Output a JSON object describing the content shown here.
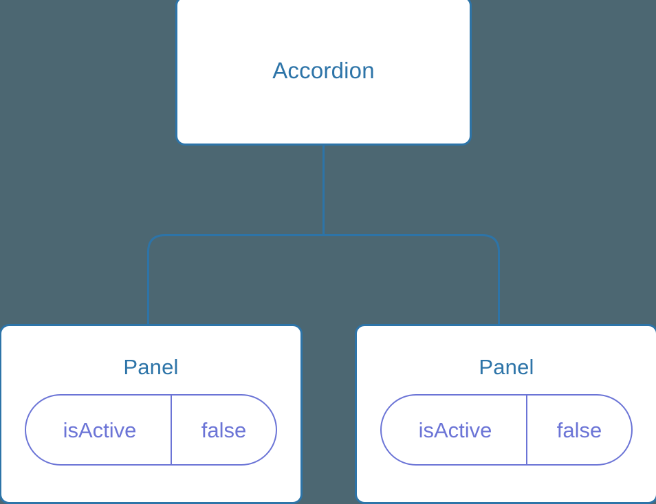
{
  "diagram": {
    "type": "component-tree",
    "background_color": "#4c6772",
    "node_border_color": "#2d74a8",
    "node_text_color": "#2d74a8",
    "connector_color": "#2d74a8",
    "prop_pill_color": "#6b74d6",
    "root": {
      "label": "Accordion"
    },
    "children": [
      {
        "label": "Panel",
        "prop": {
          "key": "isActive",
          "value": "false"
        }
      },
      {
        "label": "Panel",
        "prop": {
          "key": "isActive",
          "value": "false"
        }
      }
    ]
  }
}
